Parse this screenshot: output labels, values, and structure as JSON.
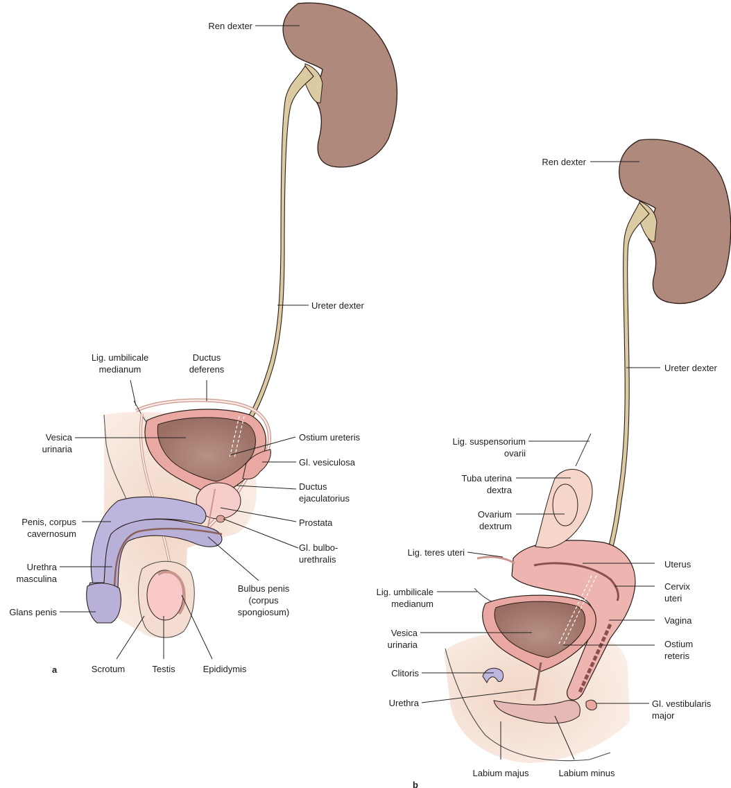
{
  "colors": {
    "kidney": "#af897b",
    "kidney_outline": "#2a1d18",
    "ureter": "#dccaa3",
    "bladder_wall": "#e9a8a2",
    "bladder_lumen": "#a2776b",
    "penis_cavernosum": "#bcb5dd",
    "spongiosum": "#b8b0d9",
    "skin": "#f4ddd0",
    "prostate": "#f6cdca",
    "uterus": "#eeb4b0",
    "ovary": "#f6d6cb",
    "line": "#222222"
  },
  "panel_a": {
    "tag": "a",
    "labels": {
      "ren_dexter": "Ren dexter",
      "ureter_dexter": "Ureter dexter",
      "lig_umbilicale": "Lig. umbilicale\nmedianum",
      "ductus_deferens": "Ductus\ndeferens",
      "vesica_urinaria": "Vesica\nurinaria",
      "ostium_ureteris": "Ostium ureteris",
      "gl_vesiculosa": "Gl. vesiculosa",
      "ductus_ejaculatorius": "Ductus\nejaculatorius",
      "prostata": "Prostata",
      "penis_corpus_cavernosum": "Penis, corpus\ncavernosum",
      "gl_bulbourethralis": "Gl. bulbo-\nurethralis",
      "urethra_masculina": "Urethra\nmasculina",
      "bulbus_penis": "Bulbus penis\n(corpus\nspongiosum)",
      "glans_penis": "Glans penis",
      "scrotum": "Scrotum",
      "testis": "Testis",
      "epididymis": "Epididymis"
    }
  },
  "panel_b": {
    "tag": "b",
    "labels": {
      "ren_dexter": "Ren dexter",
      "ureter_dexter": "Ureter dexter",
      "lig_suspensorium": "Lig. suspensorium\novarii",
      "tuba_uterina": "Tuba uterina\ndextra",
      "ovarium": "Ovarium\ndextrum",
      "lig_teres": "Lig. teres uteri",
      "uterus": "Uterus",
      "cervix": "Cervix\nuteri",
      "lig_umbilicale": "Lig. umbilicale\nmedianum",
      "vagina": "Vagina",
      "vesica_urinaria": "Vesica\nurinaria",
      "ostium_reteris": "Ostium\nreteris",
      "clitoris": "Clitoris",
      "urethra": "Urethra",
      "gl_vestibularis": "Gl. vestibularis\nmajor",
      "labium_majus": "Labium majus",
      "labium_minus": "Labium minus"
    }
  }
}
